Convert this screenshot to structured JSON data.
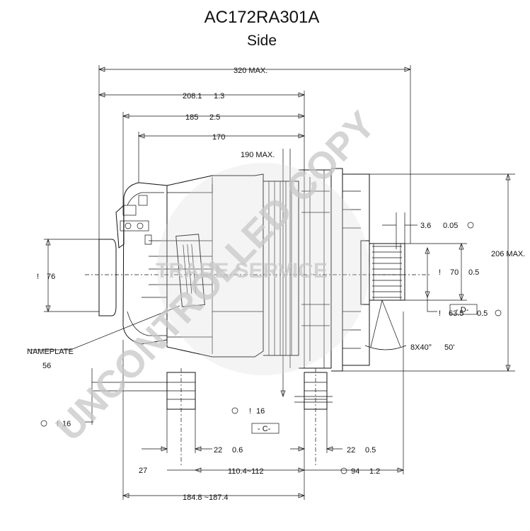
{
  "title": "AC172RA301A",
  "view": "Side",
  "watermark": {
    "main": "UNCONTROLLED COPY",
    "secondary": "TRADE SERVICE"
  },
  "dimensions": {
    "overall_length": "320 MAX.",
    "length_208": "208.1",
    "tol_208": "1.3",
    "length_185": "185",
    "tol_185": "2.5",
    "length_170": "170",
    "length_190": "190 MAX.",
    "height_206": "206 MAX.",
    "dia_76_sym": "!",
    "dia_76": "76",
    "offset_36": "3.6",
    "offset_36_tol": "0.05",
    "pulley_dia_sym": "!",
    "pulley_dia": "70",
    "pulley_dia_tol": "0.5",
    "pulley_63_sym": "!",
    "pulley_63": "63.5",
    "pulley_63_tol": "0.5",
    "datum_d": "- D-",
    "groove_spec": "8X40°",
    "groove_tol": "50'",
    "nameplate_label": "NAMEPLATE",
    "nameplate_num": "56",
    "hole_165_sym": "!",
    "hole_165": "16",
    "datum_c": "- C-",
    "hole_16_sym": "!",
    "hole_16": "16",
    "foot_22_left": "22",
    "foot_22_left_tol": "0.6",
    "foot_22_right": "22",
    "foot_22_right_tol": "0.5",
    "dim_27": "27",
    "span_110": "110.4~112",
    "dim_94": "94",
    "dim_94_tol": "1.2",
    "span_184": "184.8 ~187.4"
  },
  "colors": {
    "line": "#111111",
    "watermark": "#c8c8c8",
    "background": "#ffffff"
  }
}
